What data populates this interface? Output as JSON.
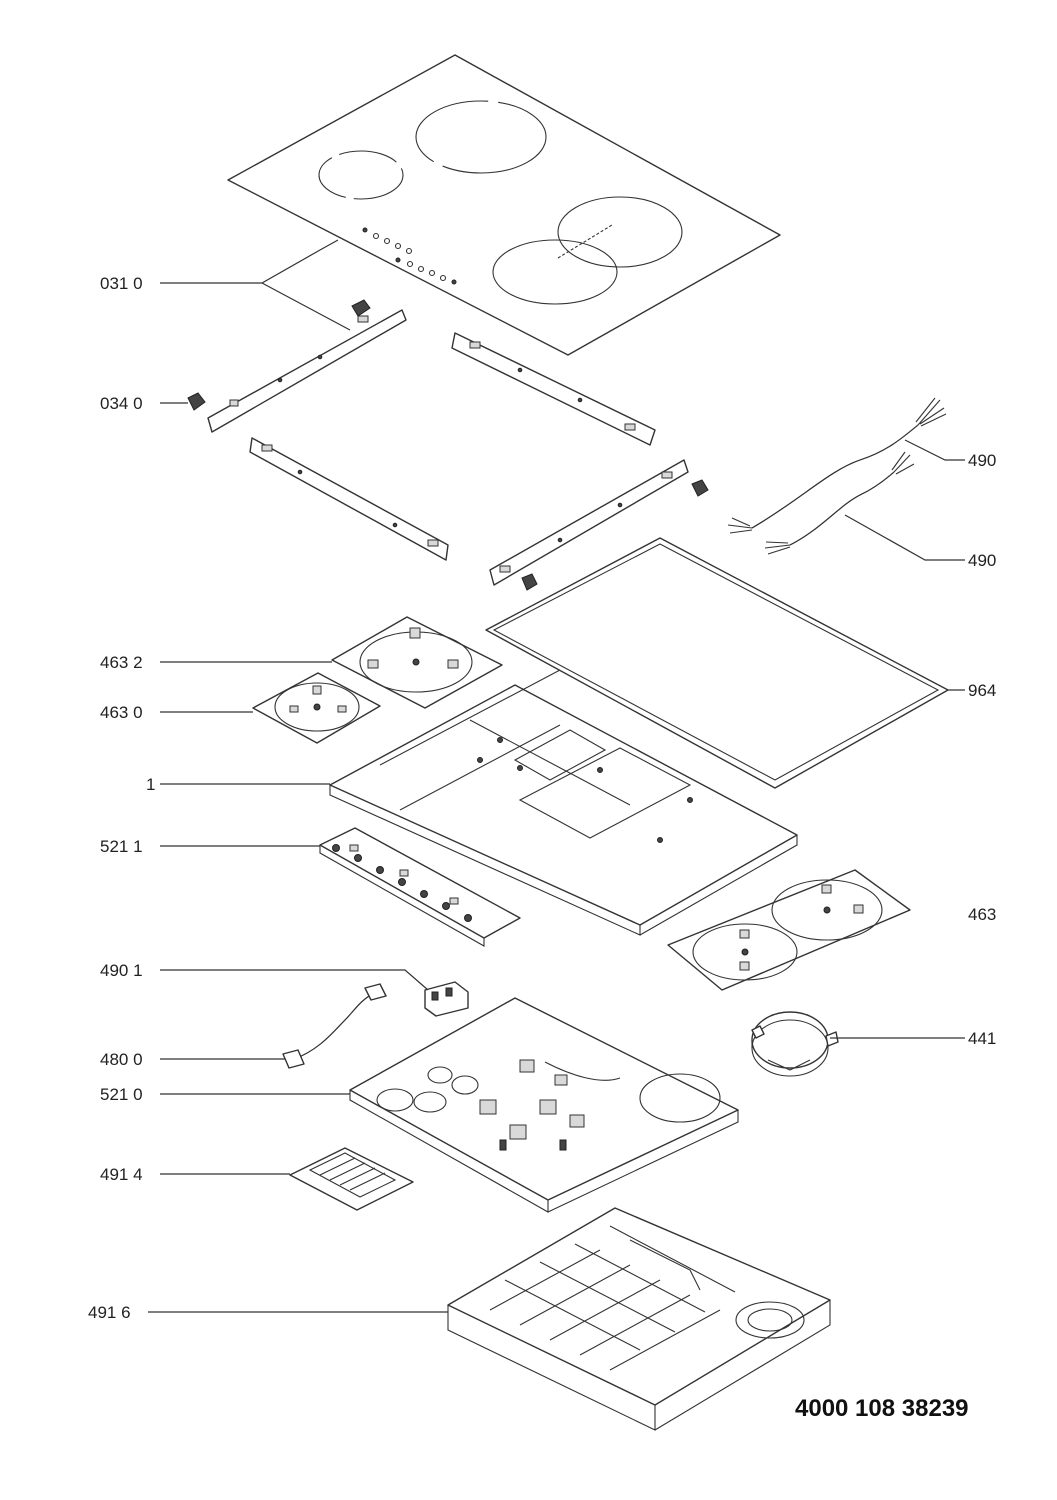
{
  "callouts": [
    {
      "id": "c0310",
      "text": "031 0"
    },
    {
      "id": "c0340",
      "text": "034 0"
    },
    {
      "id": "c490a",
      "text": "490"
    },
    {
      "id": "c490b",
      "text": "490"
    },
    {
      "id": "c4632",
      "text": "463 2"
    },
    {
      "id": "c964",
      "text": "964"
    },
    {
      "id": "c4630",
      "text": "463 0"
    },
    {
      "id": "c1",
      "text": "1"
    },
    {
      "id": "c5211",
      "text": "521 1"
    },
    {
      "id": "c463",
      "text": "463"
    },
    {
      "id": "c4901",
      "text": "490 1"
    },
    {
      "id": "c441",
      "text": "441"
    },
    {
      "id": "c4800",
      "text": "480 0"
    },
    {
      "id": "c5210",
      "text": "521 0"
    },
    {
      "id": "c4914",
      "text": "491 4"
    },
    {
      "id": "c4916",
      "text": "491 6"
    }
  ],
  "part_number": "4000 108 38239"
}
